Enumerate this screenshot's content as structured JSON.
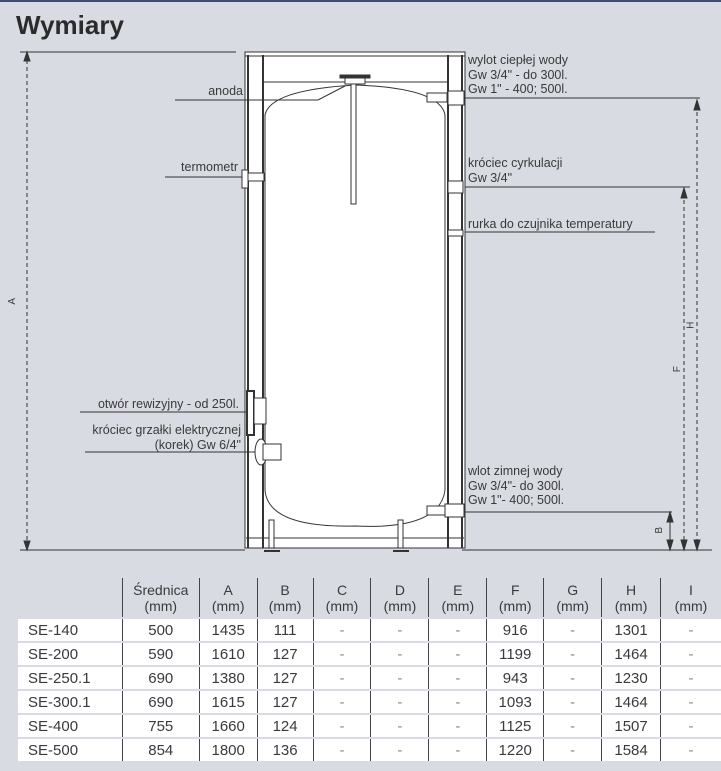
{
  "title": "Wymiary",
  "diagram": {
    "labels": {
      "hot_outlet": [
        "wylot ciepłej wody",
        "Gw 3/4\" - do 300l.",
        "Gw 1\" - 400; 500l."
      ],
      "anode": "anoda",
      "thermometer": "termometr",
      "circulation": [
        "króciec cyrkulacji",
        "Gw 3/4\""
      ],
      "sensor_tube": "rurka do czujnika temperatury",
      "inspection": "otwór rewizyjny - od 250l.",
      "heater": [
        "króciec grzałki elektrycznej",
        "(korek) Gw 6/4\""
      ],
      "cold_inlet": [
        "wlot zimnej wody",
        "Gw 3/4\"- do 300l.",
        "Gw 1\"- 400; 500l."
      ]
    },
    "dimensions": {
      "A": "A",
      "H": "H",
      "F": "F",
      "B": "B"
    }
  },
  "table": {
    "headers": [
      [
        "",
        ""
      ],
      [
        "Średnica",
        "(mm)"
      ],
      [
        "A",
        "(mm)"
      ],
      [
        "B",
        "(mm)"
      ],
      [
        "C",
        "(mm)"
      ],
      [
        "D",
        "(mm)"
      ],
      [
        "E",
        "(mm)"
      ],
      [
        "F",
        "(mm)"
      ],
      [
        "G",
        "(mm)"
      ],
      [
        "H",
        "(mm)"
      ],
      [
        "I",
        "(mm)"
      ]
    ],
    "rows": [
      [
        "SE-140",
        "500",
        "1435",
        "111",
        "-",
        "-",
        "-",
        "916",
        "-",
        "1301",
        "-"
      ],
      [
        "SE-200",
        "590",
        "1610",
        "127",
        "-",
        "-",
        "-",
        "1199",
        "-",
        "1464",
        "-"
      ],
      [
        "SE-250.1",
        "690",
        "1380",
        "127",
        "-",
        "-",
        "-",
        "943",
        "-",
        "1230",
        "-"
      ],
      [
        "SE-300.1",
        "690",
        "1615",
        "127",
        "-",
        "-",
        "-",
        "1093",
        "-",
        "1464",
        "-"
      ],
      [
        "SE-400",
        "755",
        "1660",
        "124",
        "-",
        "-",
        "-",
        "1125",
        "-",
        "1507",
        "-"
      ],
      [
        "SE-500",
        "854",
        "1800",
        "136",
        "-",
        "-",
        "-",
        "1220",
        "-",
        "1584",
        "-"
      ]
    ]
  }
}
